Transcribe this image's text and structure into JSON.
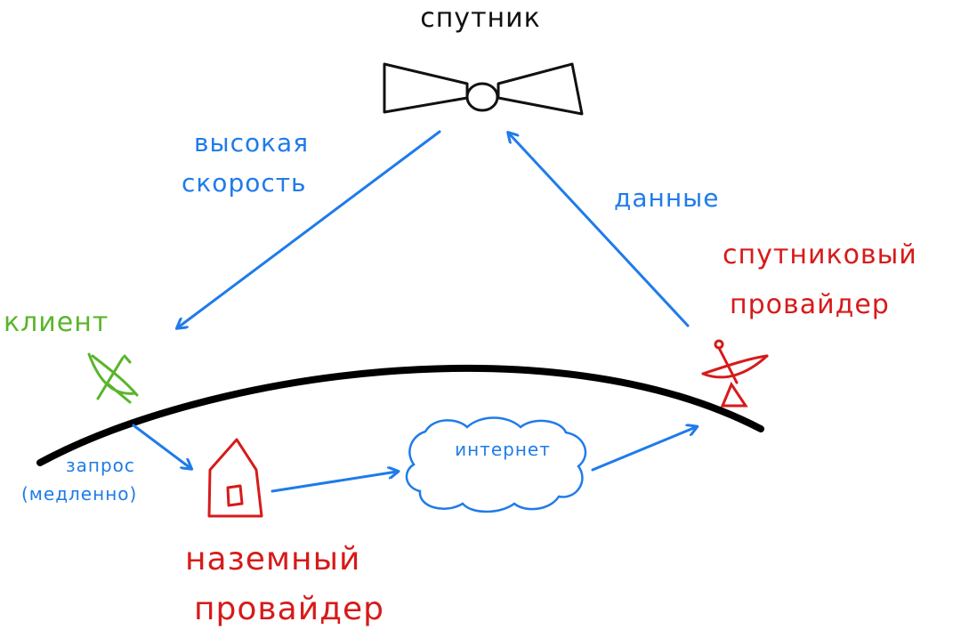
{
  "colors": {
    "ink": "#111111",
    "blue": "#1f7bea",
    "red": "#d71a1a",
    "green": "#5ab52a"
  },
  "nodes": {
    "satellite": {
      "label": "спутник",
      "icon": "satellite-icon"
    },
    "client": {
      "label": "клиент",
      "icon": "satellite-dish-icon"
    },
    "satellite_provider": {
      "label_line1": "спутниковый",
      "label_line2": "провайдер",
      "icon": "satellite-dish-icon"
    },
    "ground_provider": {
      "label_line1": "наземный",
      "label_line2": "провайдер",
      "icon": "house-icon"
    },
    "internet": {
      "label": "интернет",
      "icon": "cloud-icon"
    }
  },
  "edges": {
    "high_speed": {
      "label_line1": "высокая",
      "label_line2": "скорость"
    },
    "data": {
      "label": "данные"
    },
    "request": {
      "label_line1": "запрос",
      "label_line2": "(медленно)"
    }
  }
}
